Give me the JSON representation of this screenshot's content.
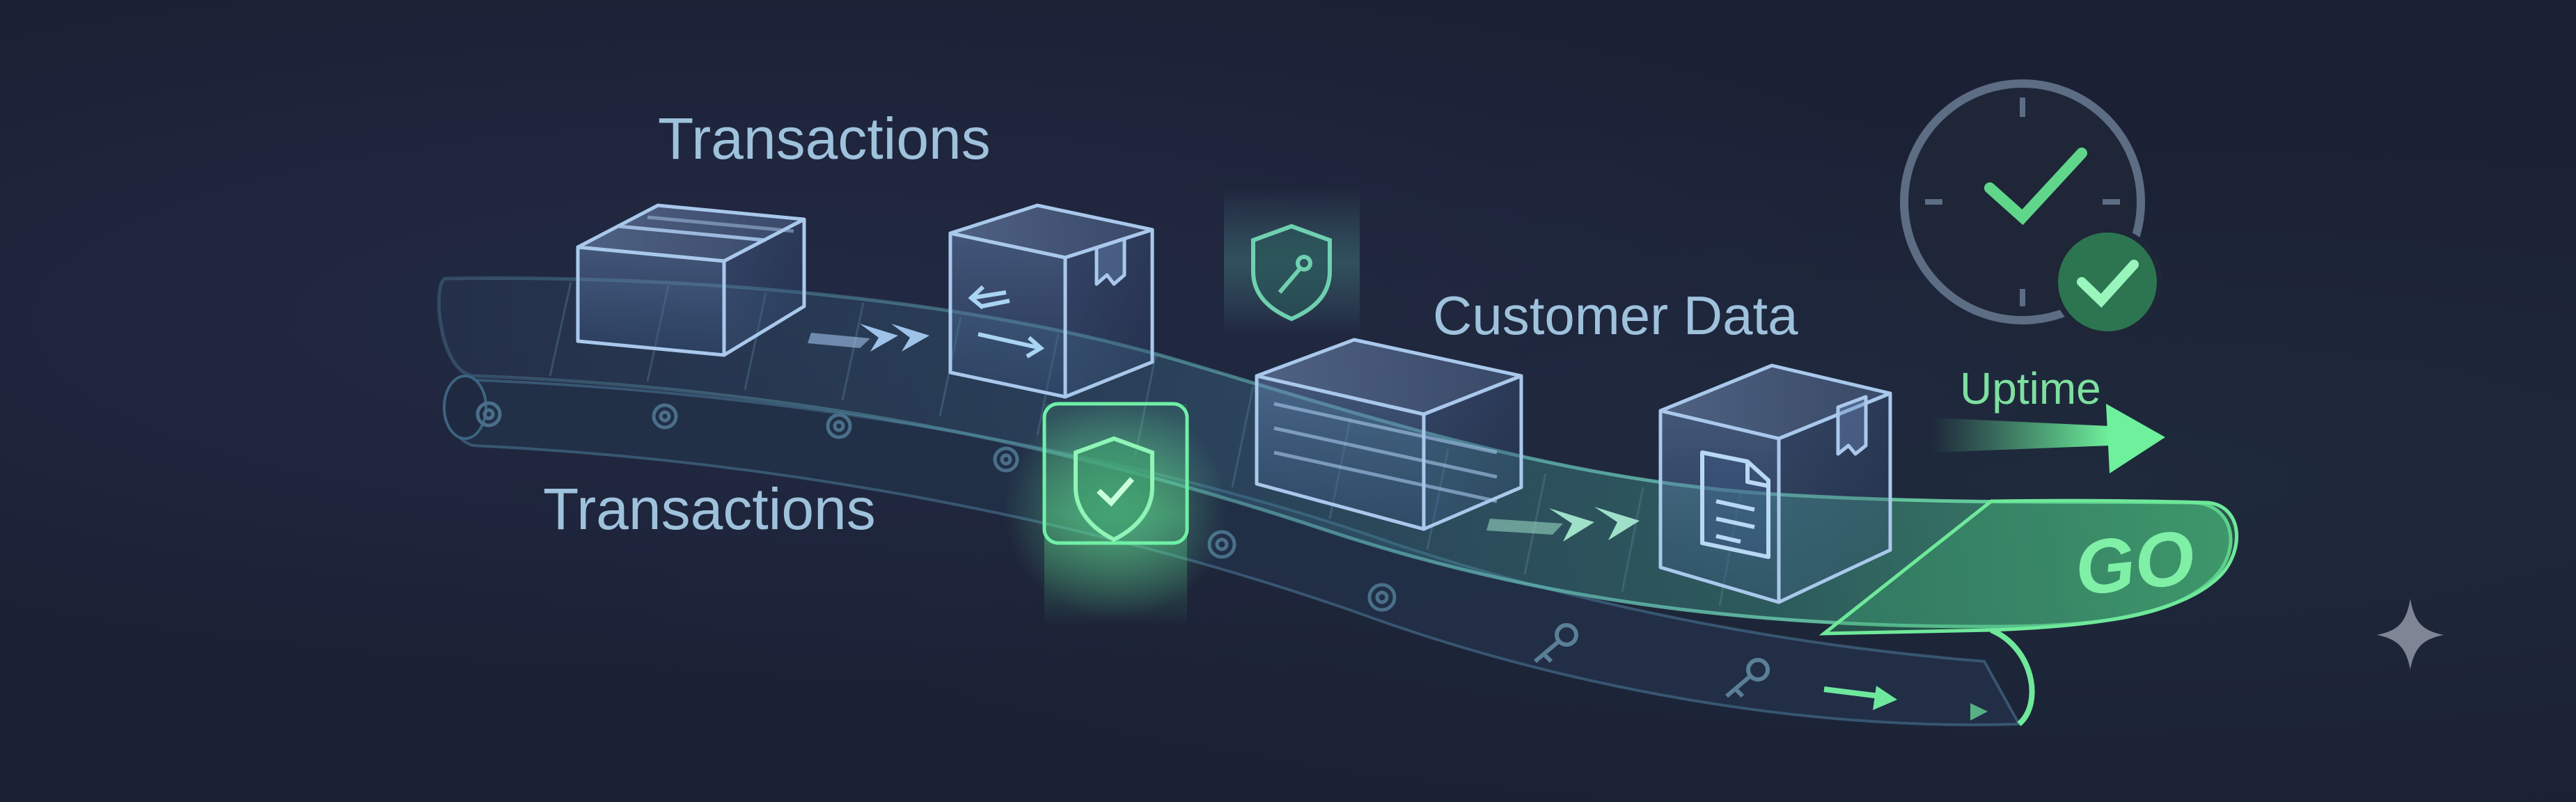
{
  "labels": {
    "transactions_top": "Transactions",
    "transactions_bottom": "Transactions",
    "customer_data": "Customer Data",
    "uptime": "Uptime",
    "go": "GO"
  },
  "colors": {
    "background": "#1b2034",
    "label_blue": "#9fc2dc",
    "accent_green": "#5fd68a",
    "box_stroke": "#a9c8ec",
    "belt_stroke": "#3d6a86"
  },
  "icons": [
    "box-icon",
    "swap-arrows-icon",
    "layers-icon",
    "document-icon",
    "shield-wrench-icon",
    "shield-check-icon",
    "clock-check-icon",
    "check-badge-icon",
    "gear-icon",
    "key-icon",
    "chevron-arrows-icon",
    "sparkle-icon"
  ]
}
